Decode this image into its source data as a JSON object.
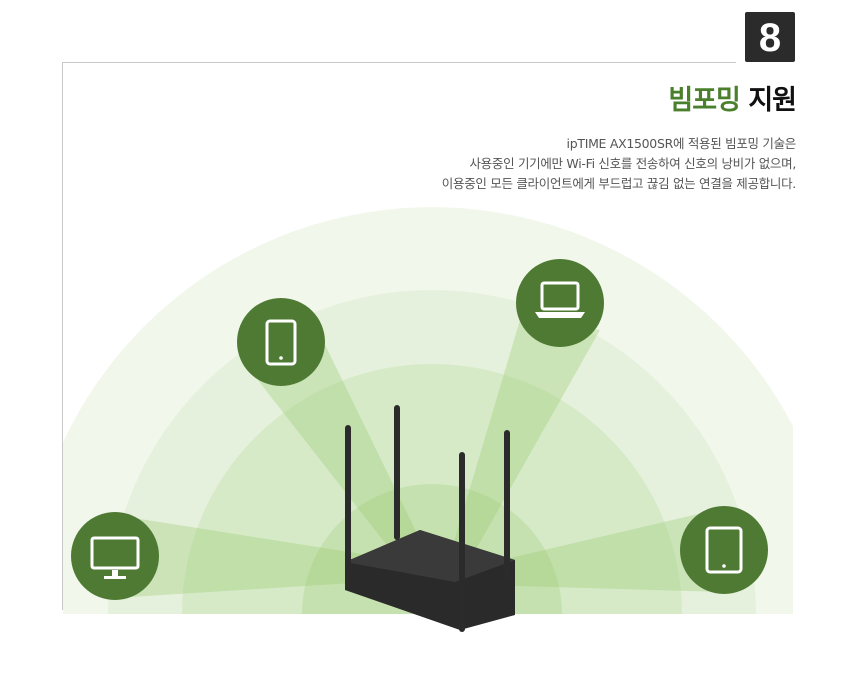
{
  "section_number": "8",
  "title": {
    "highlight": "빔포밍",
    "rest": "지원"
  },
  "description": [
    "ipTIME AX1500SR에 적용된 빔포밍 기술은",
    "사용중인 기기에만 Wi-Fi 신호를 전송하여 신호의 낭비가 없으며,",
    "이용중인 모든 클라이언트에게 부드럽고 끊김 없는 연결을 제공합니다."
  ],
  "colors": {
    "accent": "#4a7f2c",
    "device_circle": "#4f7a34"
  },
  "devices": [
    "phone-icon",
    "laptop-icon",
    "monitor-icon",
    "tablet-icon"
  ]
}
